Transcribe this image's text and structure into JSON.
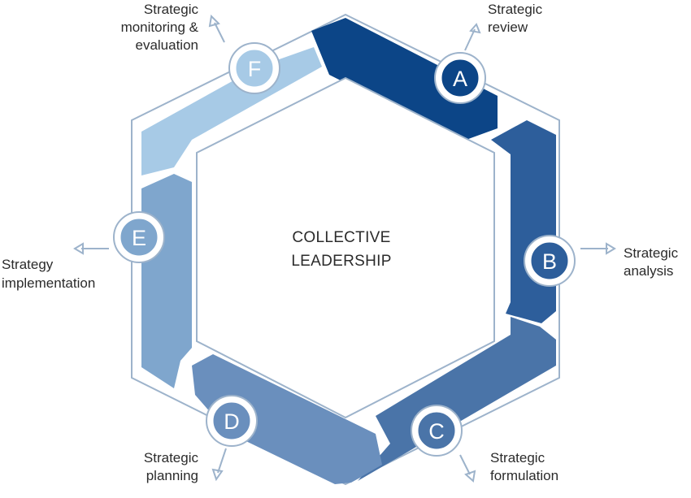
{
  "center": {
    "line1": "COLLECTIVE",
    "line2": "LEADERSHIP"
  },
  "stages": [
    {
      "letter": "A",
      "label_lines": [
        "Strategic",
        "review"
      ],
      "color": "#0c4587"
    },
    {
      "letter": "B",
      "label_lines": [
        "Strategic",
        "analysis"
      ],
      "color": "#2d5e9b"
    },
    {
      "letter": "C",
      "label_lines": [
        "Strategic",
        "formulation"
      ],
      "color": "#4a74a8"
    },
    {
      "letter": "D",
      "label_lines": [
        "Strategic",
        "planning"
      ],
      "color": "#6a8fbd"
    },
    {
      "letter": "E",
      "label_lines": [
        "Strategy",
        "implementation"
      ],
      "color": "#7fa6cd"
    },
    {
      "letter": "F",
      "label_lines": [
        "Strategic",
        "monitoring &",
        "evaluation"
      ],
      "color": "#a7cae6"
    }
  ],
  "colors": {
    "outline": "#9db3cb",
    "text": "#2b2b2b"
  }
}
